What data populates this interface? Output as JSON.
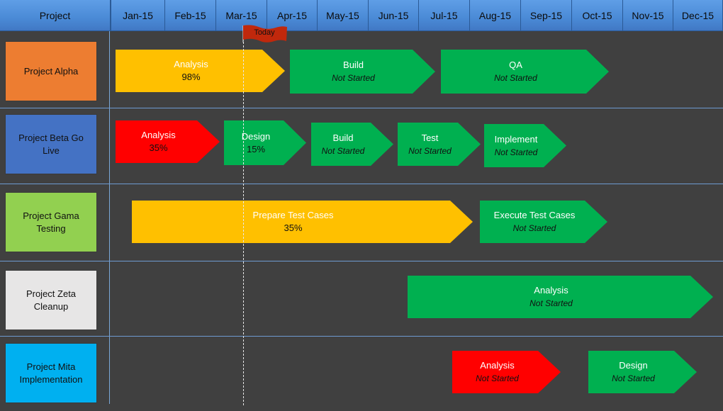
{
  "header": {
    "project_label": "Project",
    "months": [
      "Jan-15",
      "Feb-15",
      "Mar-15",
      "Apr-15",
      "May-15",
      "Jun-15",
      "Jul-15",
      "Aug-15",
      "Sep-15",
      "Oct-15",
      "Nov-15",
      "Dec-15"
    ]
  },
  "today": {
    "label": "Today",
    "flag_color": "#c0280c"
  },
  "colors": {
    "header_blue": "#4a8ad6",
    "background": "#404040",
    "green": "#00b050",
    "yellow": "#ffc000",
    "red": "#ff0000"
  },
  "projects": [
    {
      "name": "Project Alpha",
      "color": "#ed7d31",
      "tasks": [
        {
          "name": "Analysis",
          "status": "98%",
          "color": "yellow"
        },
        {
          "name": "Build",
          "status": "Not Started",
          "color": "green"
        },
        {
          "name": "QA",
          "status": "Not Started",
          "color": "green"
        }
      ]
    },
    {
      "name": "Project Beta Go Live",
      "color": "#4472c4",
      "tasks": [
        {
          "name": "Analysis",
          "status": "35%",
          "color": "red"
        },
        {
          "name": "Design",
          "status": "15%",
          "color": "green"
        },
        {
          "name": "Build",
          "status": "Not Started",
          "color": "green"
        },
        {
          "name": "Test",
          "status": "Not Started",
          "color": "green"
        },
        {
          "name": "Implement",
          "status": "Not Started",
          "color": "green"
        }
      ]
    },
    {
      "name": "Project Gama Testing",
      "color": "#92d050",
      "tasks": [
        {
          "name": "Prepare Test Cases",
          "status": "35%",
          "color": "yellow"
        },
        {
          "name": "Execute Test Cases",
          "status": "Not Started",
          "color": "green"
        }
      ]
    },
    {
      "name": "Project Zeta Cleanup",
      "color": "#e7e6e6",
      "tasks": [
        {
          "name": "Analysis",
          "status": "Not Started",
          "color": "green"
        }
      ]
    },
    {
      "name": "Project Mita Implementation",
      "color": "#00b0f0",
      "tasks": [
        {
          "name": "Analysis",
          "status": "Not Started",
          "color": "red"
        },
        {
          "name": "Design",
          "status": "Not Started",
          "color": "green"
        }
      ]
    }
  ]
}
